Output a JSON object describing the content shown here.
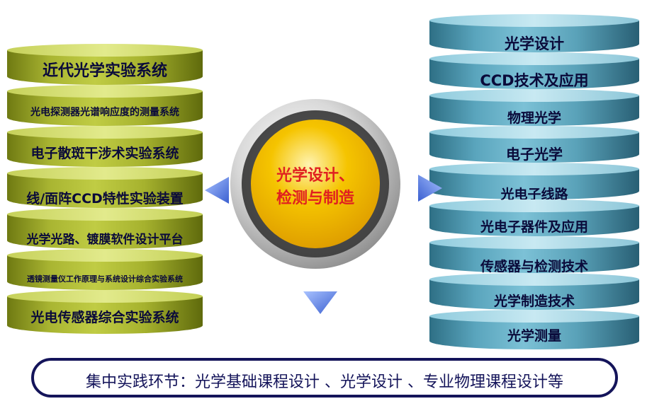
{
  "left_stack": {
    "items": [
      "近代光学实验系统",
      "光电探测器光谱响应度的测量系统",
      "电子散斑干涉术实验系统",
      "线/面阵CCD特性实验装置",
      "光学光路、镀膜软件设计平台",
      "透镜测量仪工作原理与系统设计综合实验系统",
      "光电传感器综合实验系统"
    ]
  },
  "right_stack": {
    "items": [
      "光学设计",
      "CCD技术及应用",
      "物理光学",
      "电子光学",
      "光电子线路",
      "光电子器件及应用",
      "传感器与检测技术",
      "光学制造技术",
      "光学测量"
    ]
  },
  "center": {
    "line1": "光学设计、",
    "line2": "检测与制造"
  },
  "bottom": {
    "text": "集中实践环节：光学基础课程设计 、光学设计 、专业物理课程设计等"
  },
  "colors": {
    "center_text": "#e02020",
    "label_text": "#0a0a3a",
    "frame": "#14145a",
    "arrow": "#5a7fe0"
  }
}
